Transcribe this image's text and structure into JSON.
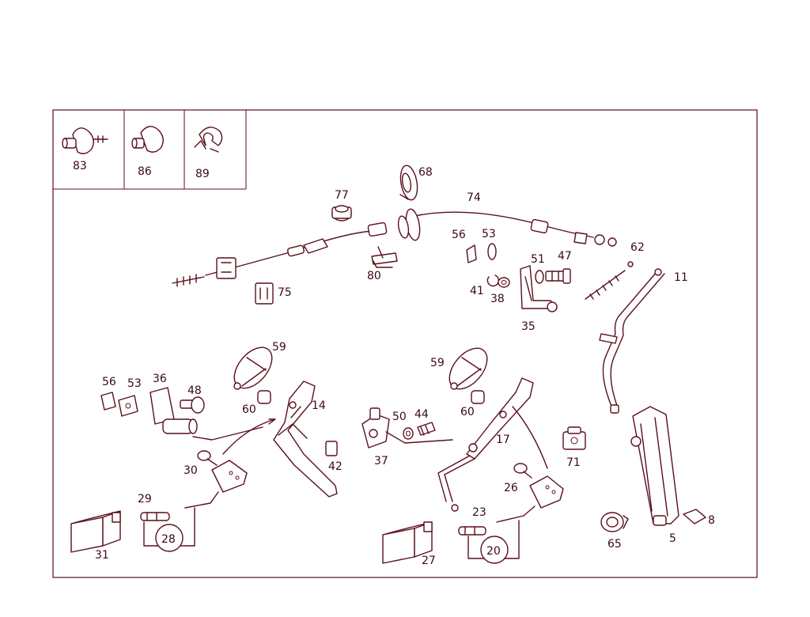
{
  "colors": {
    "line": "#5a0f1c",
    "text": "#3a0a12",
    "background": "#ffffff"
  },
  "inset_labels": [
    "83",
    "86",
    "89"
  ],
  "labels": {
    "l68": "68",
    "l77": "77",
    "l74": "74",
    "l56a": "56",
    "l53a": "53",
    "l62": "62",
    "l11": "11",
    "l51": "51",
    "l47": "47",
    "l80": "80",
    "l41": "41",
    "l38": "38",
    "l35": "35",
    "l75": "75",
    "l59a": "59",
    "l59b": "59",
    "l56b": "56",
    "l53b": "53",
    "l36": "36",
    "l48": "48",
    "l60a": "60",
    "l60b": "60",
    "l14": "14",
    "l50": "50",
    "l44": "44",
    "l17": "17",
    "l42": "42",
    "l37": "37",
    "l71": "71",
    "l30": "30",
    "l26": "26",
    "l29": "29",
    "l28": "28",
    "l23": "23",
    "l20": "20",
    "l31": "31",
    "l27": "27",
    "l65": "65",
    "l5": "5",
    "l8": "8"
  }
}
